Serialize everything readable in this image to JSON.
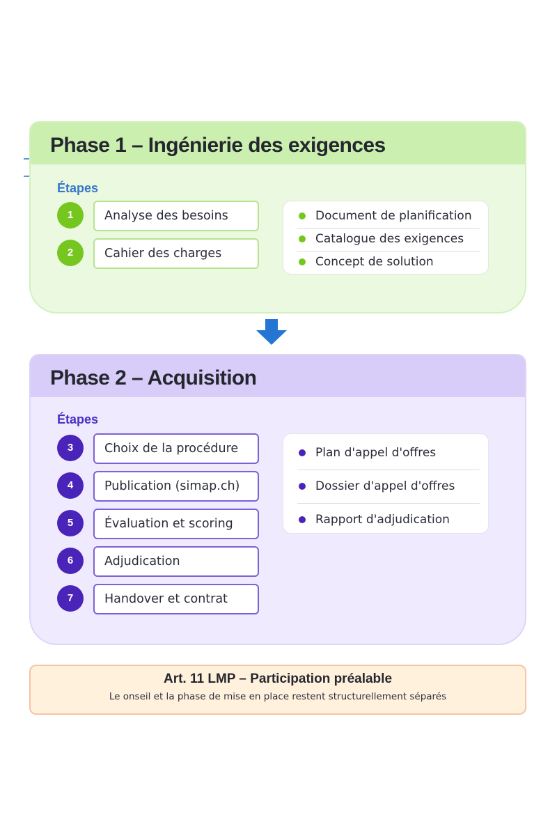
{
  "phase1": {
    "title": "Phase 1 – Ingénierie des exigences",
    "steps_label": "Étapes",
    "steps": [
      {
        "num": "1",
        "label": "Analyse des besoins"
      },
      {
        "num": "2",
        "label": "Cahier des charges"
      }
    ],
    "deliverables": [
      "Document de planification",
      "Catalogue des exigences",
      "Concept de solution"
    ],
    "colors": {
      "header": "#caefae",
      "body": "#eaf9df",
      "accent": "#75c61f",
      "label": "#3677c9"
    }
  },
  "arrow": {
    "icon": "arrow-down-icon",
    "color": "#2476d2"
  },
  "phase2": {
    "title": "Phase 2 – Acquisition",
    "steps_label": "Étapes",
    "steps": [
      {
        "num": "3",
        "label": "Choix de la procédure"
      },
      {
        "num": "4",
        "label": "Publication (simap.ch)"
      },
      {
        "num": "5",
        "label": "Évaluation et scoring"
      },
      {
        "num": "6",
        "label": "Adjudication"
      },
      {
        "num": "7",
        "label": "Handover et contrat"
      }
    ],
    "deliverables": [
      "Plan d'appel d'offres",
      "Dossier d'appel d'offres",
      "Rapport d'adjudication"
    ],
    "colors": {
      "header": "#d8ccf8",
      "body": "#efeafd",
      "accent": "#4a23b8",
      "label": "#4b2fc0"
    }
  },
  "note": {
    "title": "Art. 11 LMP – Participation préalable",
    "subtitle": "Le onseil et la phase de mise en place restent structurellement séparés",
    "colors": {
      "background": "#fff1dc",
      "border": "#f6c4a6"
    }
  }
}
